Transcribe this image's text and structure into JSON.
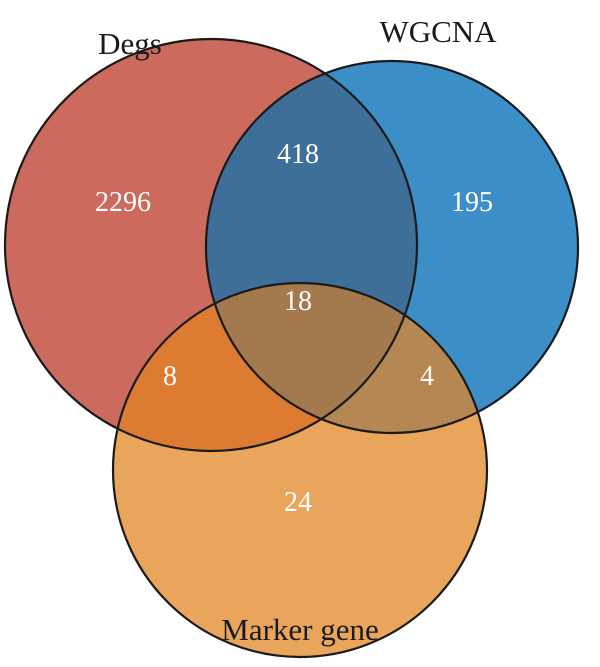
{
  "sets": [
    {
      "key": "degs",
      "label": "Degs",
      "color": "#cc6a5e"
    },
    {
      "key": "wgcna",
      "label": "WGCNA",
      "color": "#3b8fc6"
    },
    {
      "key": "marker",
      "label": "Marker gene",
      "color": "#e9a55c"
    }
  ],
  "regions": {
    "degs_only": "2296",
    "wgcna_only": "195",
    "marker_only": "24",
    "degs_wgcna": "418",
    "degs_marker": "8",
    "wgcna_marker": "4",
    "all_three": "18"
  },
  "region_colors": {
    "degs_wgcna": "#3e6f98",
    "degs_marker": "#dd7b32",
    "wgcna_marker": "#b58752",
    "all_three": "#a5794e"
  }
}
